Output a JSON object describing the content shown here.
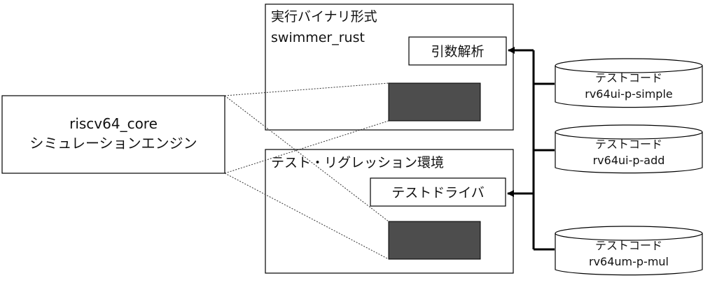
{
  "core": {
    "line1": "riscv64_core",
    "line2": "シミュレーションエンジン"
  },
  "exec": {
    "title": "実行バイナリ形式",
    "subtitle": "swimmer_rust",
    "module_label": "引数解析"
  },
  "test_env": {
    "title": "テスト・リグレッション環境",
    "module_label": "テストドライバ"
  },
  "test_codes": [
    {
      "heading": "テストコード",
      "name": "rv64ui-p-simple"
    },
    {
      "heading": "テストコード",
      "name": "rv64ui-p-add"
    },
    {
      "heading": "テストコード",
      "name": "rv64um-p-mul"
    }
  ],
  "colors": {
    "embedded_core_fill": "#4d4d4d",
    "stroke": "#000000"
  }
}
